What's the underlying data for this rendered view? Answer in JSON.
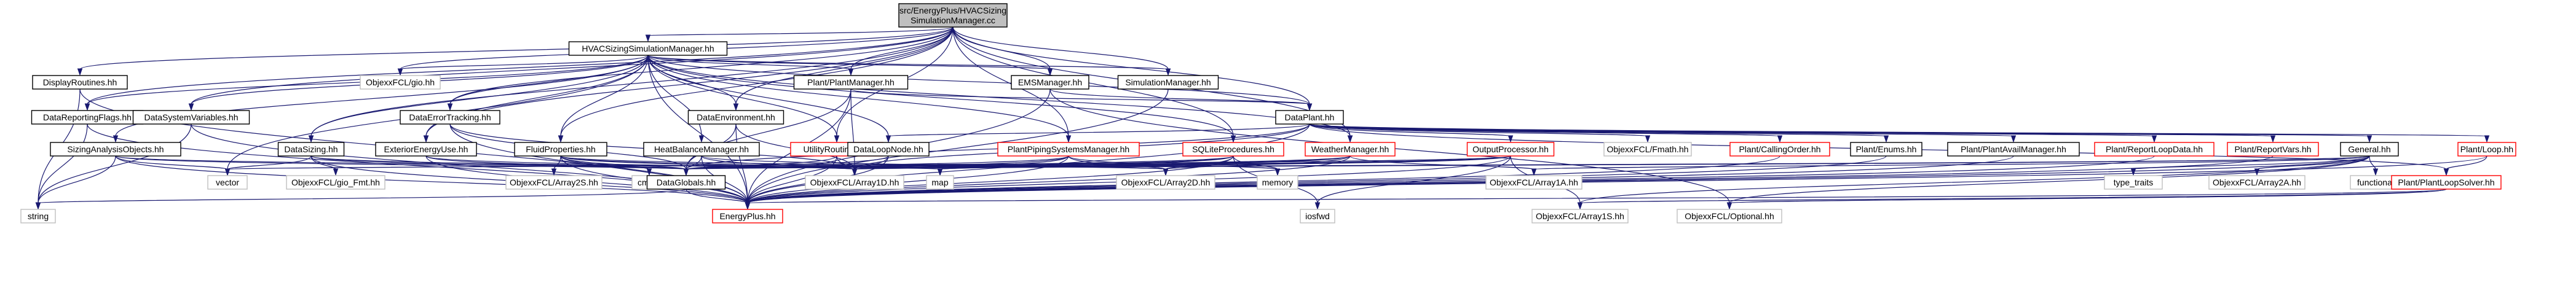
{
  "colors": {
    "root_fill": "#bfbfbf",
    "linked_fill": "#ffffff",
    "border_linked": "#000000",
    "border_missing": "#bfbfbf",
    "border_red": "#ff0000",
    "edge": "#191970"
  },
  "nodes": [
    {
      "id": "root",
      "lines": [
        "src/EnergyPlus/HVACSizing",
        "SimulationManager.cc"
      ],
      "kind": "root"
    },
    {
      "id": "hsm",
      "lines": [
        "HVACSizingSimulationManager.hh"
      ],
      "kind": "linked"
    },
    {
      "id": "disp",
      "lines": [
        "DisplayRoutines.hh"
      ],
      "kind": "linked"
    },
    {
      "id": "objio",
      "lines": [
        "ObjexxFCL/gio.hh"
      ],
      "kind": "missing"
    },
    {
      "id": "ppm",
      "lines": [
        "Plant/PlantManager.hh"
      ],
      "kind": "linked"
    },
    {
      "id": "ems",
      "lines": [
        "EMSManager.hh"
      ],
      "kind": "linked"
    },
    {
      "id": "simm",
      "lines": [
        "SimulationManager.hh"
      ],
      "kind": "linked"
    },
    {
      "id": "drf",
      "lines": [
        "DataReportingFlags.hh"
      ],
      "kind": "linked"
    },
    {
      "id": "dsv",
      "lines": [
        "DataSystemVariables.hh"
      ],
      "kind": "linked"
    },
    {
      "id": "det",
      "lines": [
        "DataErrorTracking.hh"
      ],
      "kind": "linked"
    },
    {
      "id": "denv",
      "lines": [
        "DataEnvironment.hh"
      ],
      "kind": "linked"
    },
    {
      "id": "dplant",
      "lines": [
        "DataPlant.hh"
      ],
      "kind": "linked"
    },
    {
      "id": "sao",
      "lines": [
        "SizingAnalysisObjects.hh"
      ],
      "kind": "linked"
    },
    {
      "id": "dsiz",
      "lines": [
        "DataSizing.hh"
      ],
      "kind": "linked"
    },
    {
      "id": "eeu",
      "lines": [
        "ExteriorEnergyUse.hh"
      ],
      "kind": "linked"
    },
    {
      "id": "fp",
      "lines": [
        "FluidProperties.hh"
      ],
      "kind": "linked"
    },
    {
      "id": "hbm",
      "lines": [
        "HeatBalanceManager.hh"
      ],
      "kind": "linked"
    },
    {
      "id": "ur",
      "lines": [
        "UtilityRoutines.hh"
      ],
      "kind": "red"
    },
    {
      "id": "dln",
      "lines": [
        "DataLoopNode.hh"
      ],
      "kind": "linked"
    },
    {
      "id": "ppsm",
      "lines": [
        "PlantPipingSystemsManager.hh"
      ],
      "kind": "red"
    },
    {
      "id": "sql",
      "lines": [
        "SQLiteProcedures.hh"
      ],
      "kind": "red"
    },
    {
      "id": "wm",
      "lines": [
        "WeatherManager.hh"
      ],
      "kind": "red"
    },
    {
      "id": "op",
      "lines": [
        "OutputProcessor.hh"
      ],
      "kind": "red"
    },
    {
      "id": "fmath",
      "lines": [
        "ObjexxFCL/Fmath.hh"
      ],
      "kind": "missing"
    },
    {
      "id": "pco",
      "lines": [
        "Plant/CallingOrder.hh"
      ],
      "kind": "red"
    },
    {
      "id": "penum",
      "lines": [
        "Plant/Enums.hh"
      ],
      "kind": "linked"
    },
    {
      "id": "pavail",
      "lines": [
        "Plant/PlantAvailManager.hh"
      ],
      "kind": "linked"
    },
    {
      "id": "prld",
      "lines": [
        "Plant/ReportLoopData.hh"
      ],
      "kind": "red"
    },
    {
      "id": "prv",
      "lines": [
        "Plant/ReportVars.hh"
      ],
      "kind": "red"
    },
    {
      "id": "gen",
      "lines": [
        "General.hh"
      ],
      "kind": "linked"
    },
    {
      "id": "ploop",
      "lines": [
        "Plant/Loop.hh"
      ],
      "kind": "red"
    },
    {
      "id": "vector",
      "lines": [
        "vector"
      ],
      "kind": "missing"
    },
    {
      "id": "fint",
      "lines": [
        "ObjexxFCL/gio_Fmt.hh"
      ],
      "kind": "missing"
    },
    {
      "id": "a2s",
      "lines": [
        "ObjexxFCL/Array2S.hh"
      ],
      "kind": "missing"
    },
    {
      "id": "cmath",
      "lines": [
        "cmath"
      ],
      "kind": "missing"
    },
    {
      "id": "dglob",
      "lines": [
        "DataGlobals.hh"
      ],
      "kind": "linked"
    },
    {
      "id": "a1d",
      "lines": [
        "ObjexxFCL/Array1D.hh"
      ],
      "kind": "missing"
    },
    {
      "id": "map",
      "lines": [
        "map"
      ],
      "kind": "missing"
    },
    {
      "id": "a2d",
      "lines": [
        "ObjexxFCL/Array2D.hh"
      ],
      "kind": "missing"
    },
    {
      "id": "memory",
      "lines": [
        "memory"
      ],
      "kind": "missing"
    },
    {
      "id": "a1a",
      "lines": [
        "ObjexxFCL/Array1A.hh"
      ],
      "kind": "missing"
    },
    {
      "id": "ttraits",
      "lines": [
        "type_traits"
      ],
      "kind": "missing"
    },
    {
      "id": "a2a",
      "lines": [
        "ObjexxFCL/Array2A.hh"
      ],
      "kind": "missing"
    },
    {
      "id": "functional",
      "lines": [
        "functional"
      ],
      "kind": "missing"
    },
    {
      "id": "pls",
      "lines": [
        "Plant/PlantLoopSolver.hh"
      ],
      "kind": "red"
    },
    {
      "id": "string",
      "lines": [
        "string"
      ],
      "kind": "missing"
    },
    {
      "id": "ep",
      "lines": [
        "EnergyPlus.hh"
      ],
      "kind": "red"
    },
    {
      "id": "iosfwd",
      "lines": [
        "iosfwd"
      ],
      "kind": "missing"
    },
    {
      "id": "a1s",
      "lines": [
        "ObjexxFCL/Array1S.hh"
      ],
      "kind": "missing"
    },
    {
      "id": "opt",
      "lines": [
        "ObjexxFCL/Optional.hh"
      ],
      "kind": "missing"
    }
  ],
  "edges": [
    [
      "root",
      "hsm"
    ],
    [
      "root",
      "disp"
    ],
    [
      "root",
      "objio"
    ],
    [
      "root",
      "ppm"
    ],
    [
      "root",
      "ems"
    ],
    [
      "root",
      "simm"
    ],
    [
      "root",
      "drf"
    ],
    [
      "root",
      "dsv"
    ],
    [
      "root",
      "det"
    ],
    [
      "root",
      "denv"
    ],
    [
      "root",
      "dplant"
    ],
    [
      "root",
      "dsiz"
    ],
    [
      "root",
      "eeu"
    ],
    [
      "root",
      "fp"
    ],
    [
      "root",
      "ur"
    ],
    [
      "root",
      "ppsm"
    ],
    [
      "root",
      "sql"
    ],
    [
      "root",
      "wm"
    ],
    [
      "hsm",
      "objio"
    ],
    [
      "hsm",
      "ppm"
    ],
    [
      "hsm",
      "ems"
    ],
    [
      "hsm",
      "simm"
    ],
    [
      "hsm",
      "drf"
    ],
    [
      "hsm",
      "dsv"
    ],
    [
      "hsm",
      "det"
    ],
    [
      "hsm",
      "denv"
    ],
    [
      "hsm",
      "dplant"
    ],
    [
      "hsm",
      "sao"
    ],
    [
      "hsm",
      "dsiz"
    ],
    [
      "hsm",
      "eeu"
    ],
    [
      "hsm",
      "fp"
    ],
    [
      "hsm",
      "hbm"
    ],
    [
      "hsm",
      "ur"
    ],
    [
      "hsm",
      "dln"
    ],
    [
      "hsm",
      "ppsm"
    ],
    [
      "hsm",
      "sql"
    ],
    [
      "hsm",
      "wm"
    ],
    [
      "hsm",
      "vector"
    ],
    [
      "hsm",
      "ep"
    ],
    [
      "disp",
      "string"
    ],
    [
      "disp",
      "ep"
    ],
    [
      "ppm",
      "dplant"
    ],
    [
      "ppm",
      "dglob"
    ],
    [
      "ppm",
      "a1d"
    ],
    [
      "ppm",
      "ep"
    ],
    [
      "ems",
      "dplant"
    ],
    [
      "ems",
      "opt"
    ],
    [
      "ems",
      "ep"
    ],
    [
      "simm",
      "ep"
    ],
    [
      "drf",
      "string"
    ],
    [
      "drf",
      "ep"
    ],
    [
      "dsv",
      "string"
    ],
    [
      "dsv",
      "ep"
    ],
    [
      "det",
      "dglob"
    ],
    [
      "det",
      "a1d"
    ],
    [
      "det",
      "ep"
    ],
    [
      "denv",
      "dglob"
    ],
    [
      "denv",
      "a1d"
    ],
    [
      "denv",
      "ep"
    ],
    [
      "dplant",
      "dln"
    ],
    [
      "dplant",
      "op"
    ],
    [
      "dplant",
      "fmath"
    ],
    [
      "dplant",
      "pco"
    ],
    [
      "dplant",
      "penum"
    ],
    [
      "dplant",
      "pavail"
    ],
    [
      "dplant",
      "prld"
    ],
    [
      "dplant",
      "prv"
    ],
    [
      "dplant",
      "gen"
    ],
    [
      "dplant",
      "ploop"
    ],
    [
      "dplant",
      "pls"
    ],
    [
      "dplant",
      "dglob"
    ],
    [
      "dplant",
      "a1d"
    ],
    [
      "dplant",
      "ep"
    ],
    [
      "sao",
      "vector"
    ],
    [
      "sao",
      "string"
    ],
    [
      "sao",
      "map"
    ],
    [
      "sao",
      "dglob"
    ],
    [
      "sao",
      "ep"
    ],
    [
      "dsiz",
      "fint"
    ],
    [
      "dsiz",
      "vector"
    ],
    [
      "dsiz",
      "dglob"
    ],
    [
      "dsiz",
      "a1d"
    ],
    [
      "dsiz",
      "ep"
    ],
    [
      "eeu",
      "dglob"
    ],
    [
      "eeu",
      "a1d"
    ],
    [
      "eeu",
      "ep"
    ],
    [
      "fp",
      "a2s"
    ],
    [
      "fp",
      "cmath"
    ],
    [
      "fp",
      "dglob"
    ],
    [
      "fp",
      "a1d"
    ],
    [
      "fp",
      "a2d"
    ],
    [
      "fp",
      "map"
    ],
    [
      "fp",
      "ep"
    ],
    [
      "hbm",
      "dglob"
    ],
    [
      "hbm",
      "a1d"
    ],
    [
      "hbm",
      "a2d"
    ],
    [
      "hbm",
      "ep"
    ],
    [
      "ur",
      "dglob"
    ],
    [
      "ur",
      "a1d"
    ],
    [
      "ur",
      "ep"
    ],
    [
      "dln",
      "dglob"
    ],
    [
      "dln",
      "a1d"
    ],
    [
      "dln",
      "ep"
    ],
    [
      "ppsm",
      "dglob"
    ],
    [
      "ppsm",
      "a1d"
    ],
    [
      "ppsm",
      "a2d"
    ],
    [
      "ppsm",
      "map"
    ],
    [
      "ppsm",
      "memory"
    ],
    [
      "ppsm",
      "ep"
    ],
    [
      "sql",
      "dglob"
    ],
    [
      "sql",
      "a1d"
    ],
    [
      "sql",
      "a2d"
    ],
    [
      "sql",
      "map"
    ],
    [
      "sql",
      "memory"
    ],
    [
      "sql",
      "iosfwd"
    ],
    [
      "sql",
      "ep"
    ],
    [
      "wm",
      "dglob"
    ],
    [
      "wm",
      "a1d"
    ],
    [
      "wm",
      "a2d"
    ],
    [
      "wm",
      "map"
    ],
    [
      "wm",
      "a1a"
    ],
    [
      "wm",
      "ep"
    ],
    [
      "op",
      "dglob"
    ],
    [
      "op",
      "a1d"
    ],
    [
      "op",
      "map"
    ],
    [
      "op",
      "vector"
    ],
    [
      "op",
      "iosfwd"
    ],
    [
      "op",
      "a1s"
    ],
    [
      "op",
      "ep"
    ],
    [
      "gen",
      "a1a"
    ],
    [
      "gen",
      "a1d"
    ],
    [
      "gen",
      "a1s"
    ],
    [
      "gen",
      "a2a"
    ],
    [
      "gen",
      "ttraits"
    ],
    [
      "gen",
      "functional"
    ],
    [
      "gen",
      "opt"
    ],
    [
      "gen",
      "dglob"
    ],
    [
      "gen",
      "ep"
    ],
    [
      "ploop",
      "pls"
    ],
    [
      "ploop",
      "ep"
    ],
    [
      "pls",
      "ep"
    ],
    [
      "pls",
      "a1s"
    ],
    [
      "pls",
      "opt"
    ],
    [
      "dglob",
      "string"
    ],
    [
      "dglob",
      "ep"
    ],
    [
      "pco",
      "ep"
    ],
    [
      "penum",
      "ep"
    ],
    [
      "prv",
      "ep"
    ],
    [
      "prld",
      "ep"
    ],
    [
      "pavail",
      "ep"
    ]
  ]
}
